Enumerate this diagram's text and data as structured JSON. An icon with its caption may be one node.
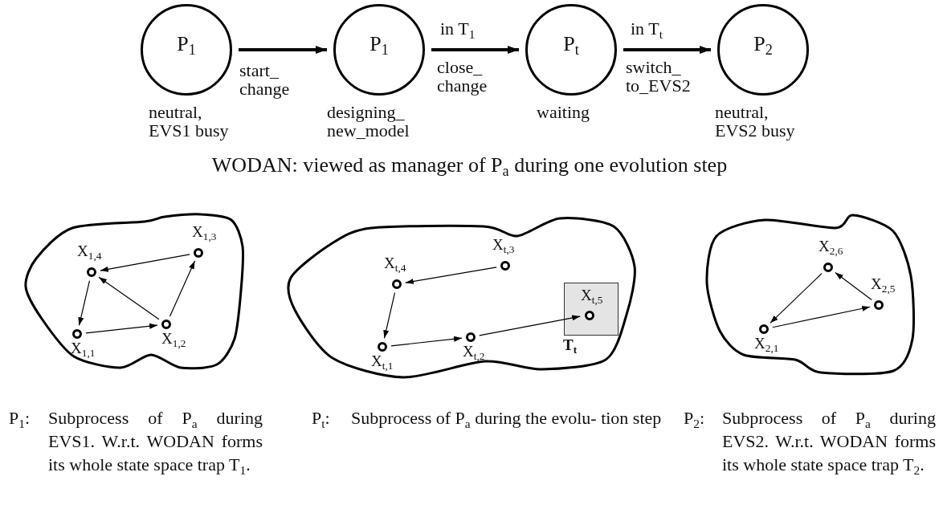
{
  "diagram": {
    "title": "WODAN: viewed as manager of P$_{a}$ during one evolution step",
    "nodes": [
      {
        "text": [
          "P$_{1}$"
        ],
        "beside": [
          "neutral, EVS1 busy"
        ]
      },
      {
        "text": [
          "P$_{1}$"
        ],
        "beside": [
          "designing_ new_model"
        ]
      },
      {
        "text": [
          "P$_{t}$"
        ],
        "beside": [
          "waiting"
        ]
      },
      {
        "text": [
          "P$_{2}$"
        ],
        "beside": [
          "neutral, EVS2 busy"
        ]
      },
      {
        "text": [],
        "shape": "cloud",
        "beside": [
          "P$_{1}$:",
          "Subprocess of P$_{a}$ during EVS1. W.r.t. WODAN forms its whole state space trap T$_{1}$."
        ]
      },
      {
        "text": [],
        "shape": "circle",
        "in": 4,
        "beside": [
          "X$_{1,4}$"
        ]
      },
      {
        "text": [],
        "shape": "circle",
        "in": 4,
        "beside": [
          "X$_{1,3}$"
        ]
      },
      {
        "text": [],
        "shape": "circle",
        "in": 4,
        "beside": [
          "X$_{1,1}$"
        ]
      },
      {
        "text": [],
        "shape": "circle",
        "in": 4,
        "beside": [
          "X$_{1,2}$"
        ]
      },
      {
        "text": [],
        "shape": "cloud",
        "beside": [
          "P$_{t}$:",
          "Subprocess of P$_{a}$ during the evolu- tion step"
        ]
      },
      {
        "text": [],
        "shape": "circle",
        "in": 9,
        "beside": [
          "X$_{t,3}$"
        ]
      },
      {
        "text": [],
        "shape": "circle",
        "in": 9,
        "beside": [
          "X$_{t,4}$"
        ]
      },
      {
        "text": [
          "T$_{t}$"
        ],
        "in": 9
      },
      {
        "text": [],
        "shape": "circle",
        "in": 12,
        "beside": [
          "X$_{t,5}$"
        ]
      },
      {
        "text": [],
        "shape": "circle",
        "in": 9,
        "beside": [
          "X$_{t,2}$"
        ]
      },
      {
        "text": [],
        "shape": "circle",
        "in": 9,
        "beside": [
          "X$_{t,1}$"
        ]
      },
      {
        "text": [],
        "shape": "cloud",
        "beside": [
          "P$_{2}$:",
          "Subprocess of P$_{a}$ during EVS2. W.r.t. WODAN forms its whole state space trap T$_{2}$."
        ]
      },
      {
        "text": [],
        "shape": "circle",
        "in": 16,
        "beside": [
          "X$_{2,6}$"
        ]
      },
      {
        "text": [],
        "shape": "circle",
        "in": 16,
        "beside": [
          "X$_{2,5}$"
        ]
      },
      {
        "text": [],
        "shape": "circle",
        "in": 16,
        "beside": [
          "X$_{2,1}$"
        ]
      }
    ],
    "edges": [
      {
        "from": 0,
        "to": 1,
        "arrow": "to",
        "label": "start_ change",
        "style": "thick"
      },
      {
        "from": 1,
        "to": 2,
        "arrow": "to",
        "label": "close_ change",
        "style": "thick"
      },
      {
        "from": 2,
        "to": 3,
        "arrow": "to",
        "label": "switch_ to_EVS2",
        "style": "thick"
      },
      {
        "from": 6,
        "to": 5,
        "arrow": "to"
      },
      {
        "from": 8,
        "to": 5,
        "arrow": "to"
      },
      {
        "from": 5,
        "to": 7,
        "arrow": "to"
      },
      {
        "from": 7,
        "to": 8,
        "arrow": "to"
      },
      {
        "from": 8,
        "to": 6,
        "arrow": "to"
      },
      {
        "from": 10,
        "to": 11,
        "arrow": "to"
      },
      {
        "from": 11,
        "to": 15,
        "arrow": "to"
      },
      {
        "from": 15,
        "to": 14,
        "arrow": "to"
      },
      {
        "from": 14,
        "to": 13,
        "arrow": "to"
      },
      {
        "from": 18,
        "to": 17,
        "arrow": "to"
      },
      {
        "from": 17,
        "to": 19,
        "arrow": "to"
      },
      {
        "from": 19,
        "to": 18,
        "arrow": "to"
      }
    ],
    "labels": [
      "in T$_{1}$",
      "in T$_{t}$"
    ]
  }
}
